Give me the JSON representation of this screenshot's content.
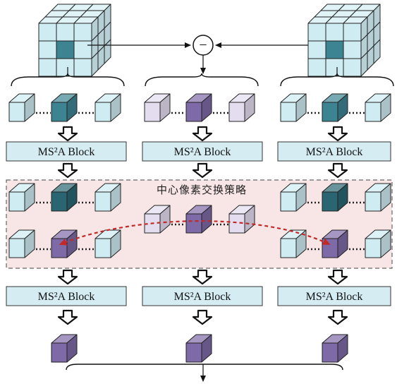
{
  "blocks": {
    "row1": [
      "MS²A Block",
      "MS²A Block",
      "MS²A Block"
    ],
    "row2": [
      "MS²A Block",
      "MS²A Block",
      "MS²A Block"
    ]
  },
  "strategy_label": "中心像素交换策略",
  "subtract_symbol": "−",
  "colors": {
    "cube_light": "#cfecf3",
    "cube_teal": "#3c8492",
    "cube_dark_teal": "#2a6672",
    "cube_lavender": "#e4ddf0",
    "cube_purple": "#7e6aa6",
    "block_fill": "#d4ecf2",
    "region_fill": "#f8e6e6",
    "swap_arrow": "#c22a2a"
  }
}
